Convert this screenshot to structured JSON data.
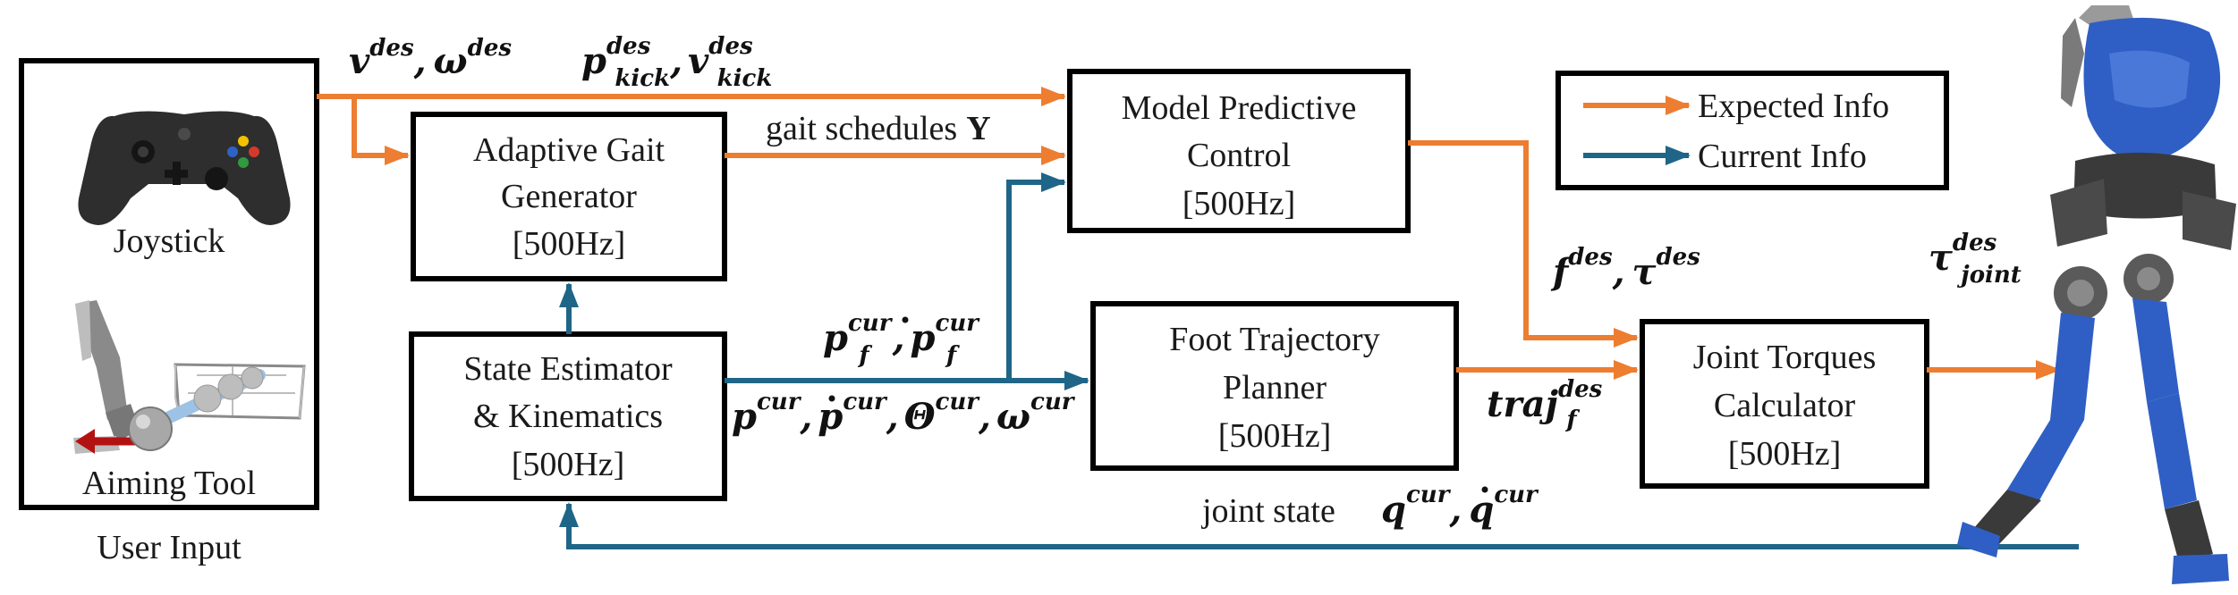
{
  "colors": {
    "expected": "#ED7D31",
    "current": "#1F6587",
    "border": "#000000",
    "robot_blue": "#2F5FC4",
    "robot_dark": "#3a3a3a"
  },
  "legend": {
    "expected": "Expected Info",
    "current": "Current Info"
  },
  "user_input": {
    "joystick_label": "Joystick",
    "aiming_label": "Aiming Tool",
    "caption": "User Input"
  },
  "blocks": {
    "gait": {
      "line1": "Adaptive Gait",
      "line2": "Generator",
      "rate": "[500Hz]"
    },
    "mpc": {
      "line1": "Model Predictive",
      "line2": "Control",
      "rate": "[500Hz]"
    },
    "state": {
      "line1": "State Estimator",
      "line2": "& Kinematics",
      "rate": "[500Hz]"
    },
    "foot": {
      "line1": "Foot Trajectory",
      "line2": "Planner",
      "rate": "[500Hz]"
    },
    "joint": {
      "line1": "Joint Torques",
      "line2": "Calculator",
      "rate": "[500Hz]"
    }
  },
  "signals": {
    "gait_schedules": "gait schedules",
    "upsilon": "Υ",
    "joint_state": "joint state",
    "v": "v",
    "omega": "ω",
    "des": "des",
    "cur": "cur",
    "p": "p",
    "kick": "kick",
    "pf": "p",
    "f": "f",
    "theta": "Θ",
    "force": "f",
    "tau": "τ",
    "traj": "traj",
    "joint_sub": "joint",
    "q": "q",
    "comma": ","
  },
  "icons": {
    "joystick": "gamepad-icon",
    "aiming": "leg-kick-goal-icon",
    "robot": "humanoid-robot-icon"
  }
}
